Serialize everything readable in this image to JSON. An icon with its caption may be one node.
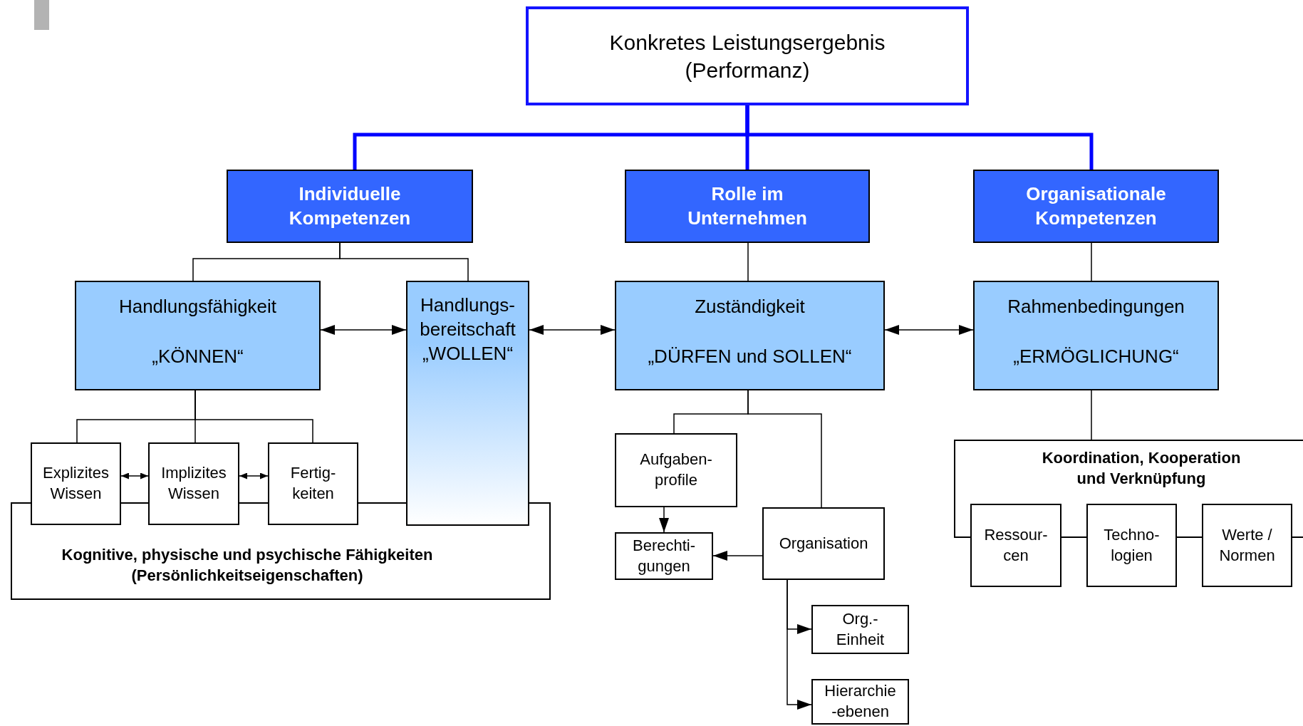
{
  "diagram": {
    "nodes": [
      {
        "text": [
          "Konkretes Leistungsergebnis (Performanz)"
        ]
      },
      {
        "text": [
          "Individuelle Kompetenzen"
        ]
      },
      {
        "text": [
          "Rolle im Unternehmen"
        ]
      },
      {
        "text": [
          "Organisationale Kompetenzen"
        ]
      },
      {
        "text": [
          "Handlungsfähigkeit",
          "„KÖNNEN“"
        ]
      },
      {
        "text": [
          "Handlungs- bereitschaft",
          "„WOLLEN“"
        ]
      },
      {
        "text": [
          "Zuständigkeit",
          "„DÜRFEN und SOLLEN“"
        ]
      },
      {
        "text": [
          "Rahmenbedingungen",
          "„ERMÖGLICHUNG“"
        ]
      },
      {
        "text": [
          "Explizites Wissen"
        ]
      },
      {
        "text": [
          "Implizites Wissen"
        ]
      },
      {
        "text": [
          "Fertig- keiten"
        ]
      },
      {
        "text": [
          "Kognitive, physische und psychische Fähigkeiten (Persönlichkeitseigenschaften)"
        ]
      },
      {
        "text": [
          "Aufgaben- profile"
        ]
      },
      {
        "text": [
          "Organisation"
        ]
      },
      {
        "text": [
          "Berechti- gungen"
        ]
      },
      {
        "text": [
          "Org.- Einheit"
        ]
      },
      {
        "text": [
          "Hierarchie -ebenen"
        ]
      },
      {
        "text": [
          "Koordination, Kooperation und Verknüpfung"
        ]
      },
      {
        "text": [
          "Ressour- cen"
        ]
      },
      {
        "text": [
          "Techno- logien"
        ]
      },
      {
        "text": [
          "Werte / Normen"
        ]
      }
    ],
    "edges": [
      {
        "from": 0,
        "to": 1,
        "arrow": "none",
        "style": "thick",
        "color": "#0000ff"
      },
      {
        "from": 0,
        "to": 2,
        "arrow": "none",
        "style": "thick",
        "color": "#0000ff"
      },
      {
        "from": 0,
        "to": 3,
        "arrow": "none",
        "style": "thick",
        "color": "#0000ff"
      },
      {
        "from": 1,
        "to": 4,
        "arrow": "none"
      },
      {
        "from": 1,
        "to": 5,
        "arrow": "none"
      },
      {
        "from": 2,
        "to": 6,
        "arrow": "none"
      },
      {
        "from": 3,
        "to": 7,
        "arrow": "none"
      },
      {
        "from": 4,
        "to": 5,
        "arrow": "both"
      },
      {
        "from": 5,
        "to": 6,
        "arrow": "both"
      },
      {
        "from": 6,
        "to": 7,
        "arrow": "both"
      },
      {
        "from": 4,
        "to": 8,
        "arrow": "none"
      },
      {
        "from": 4,
        "to": 9,
        "arrow": "none"
      },
      {
        "from": 4,
        "to": 10,
        "arrow": "none"
      },
      {
        "from": 8,
        "to": 9,
        "arrow": "both"
      },
      {
        "from": 9,
        "to": 10,
        "arrow": "both"
      },
      {
        "from": 6,
        "to": 12,
        "arrow": "none"
      },
      {
        "from": 6,
        "to": 13,
        "arrow": "none"
      },
      {
        "from": 12,
        "to": 14,
        "arrow": "to"
      },
      {
        "from": 13,
        "to": 14,
        "arrow": "to"
      },
      {
        "from": 13,
        "to": 15,
        "arrow": "to"
      },
      {
        "from": 13,
        "to": 16,
        "arrow": "to"
      },
      {
        "from": 7,
        "to": 17,
        "arrow": "none"
      }
    ]
  }
}
